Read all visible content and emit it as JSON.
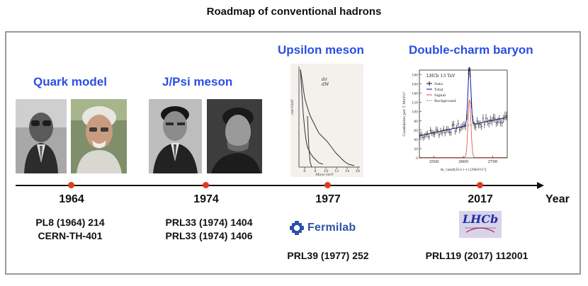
{
  "title": "Roadmap of conventional hadrons",
  "axis_label": "Year",
  "colors": {
    "era_title": "#2b4de3",
    "dot": "#e23a1d",
    "fermilab": "#2a52a6",
    "lhcb": "#1e2fa8"
  },
  "milestones": [
    {
      "name": "Quark model",
      "year": "1964",
      "refs": [
        "PL8 (1964) 214",
        "CERN-TH-401"
      ]
    },
    {
      "name": "J/Psi meson",
      "year": "1974",
      "refs": [
        "PRL33 (1974) 1404",
        "PRL33 (1974) 1406"
      ]
    },
    {
      "name": "Upsilon meson",
      "year": "1977",
      "logo": "Fermilab",
      "refs": [
        "PRL39 (1977) 252"
      ]
    },
    {
      "name": "Double-charm baryon",
      "year": "2017",
      "refs": [
        "PRL119 (2017) 112001"
      ]
    }
  ],
  "lhcb_plot": {
    "title": "LHCb 13 TeV",
    "legend": [
      "Data",
      "Total",
      "Signal",
      "Background"
    ],
    "ylabel": "Candidates per 5 MeV/c²",
    "xlabel": "m_cand(Ξcc++) [MeV/c²]",
    "xticks": [
      "3500",
      "3600",
      "3700"
    ],
    "yticks": [
      "0",
      "20",
      "40",
      "60",
      "80",
      "100",
      "120",
      "140",
      "160",
      "180"
    ]
  },
  "upsilon_plot": {
    "xticks": [
      "6",
      "8",
      "10",
      "12",
      "14",
      "16"
    ],
    "xlabel": "Mass GeV"
  },
  "lhcb_logo_text": "LHCb"
}
